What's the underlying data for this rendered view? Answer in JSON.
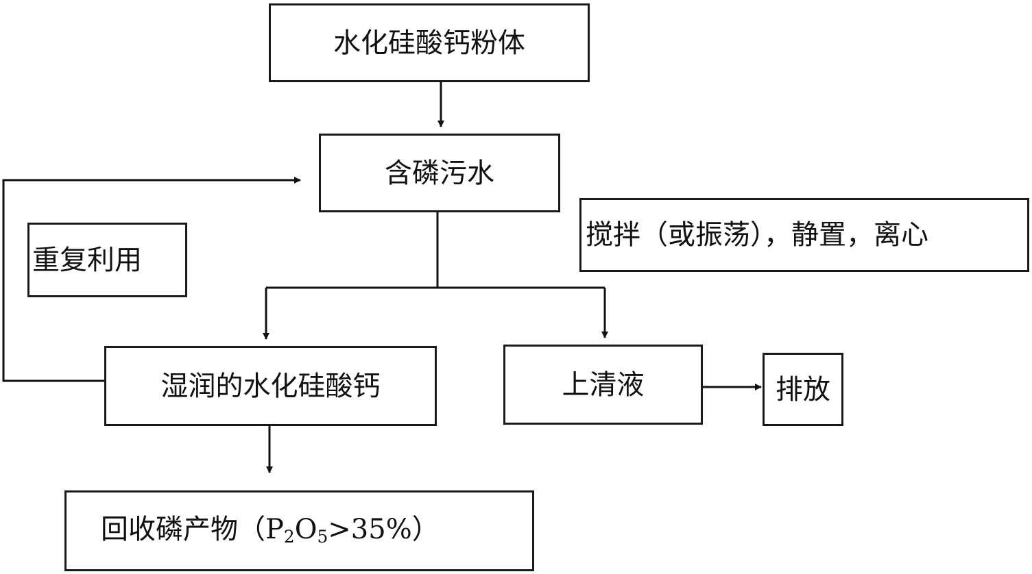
{
  "nodes": {
    "powder": "水化硅酸钙粉体",
    "wastewater": "含磷污水",
    "process_note": "搅拌（或振荡），静置，离心",
    "reuse": "重复利用",
    "wet_csh": "湿润的水化硅酸钙",
    "supernatant": "上清液",
    "discharge": "排放",
    "product": {
      "prefix": "回收磷产物（P",
      "sub1": "2",
      "mid": "O",
      "sub2": "5",
      "suffix": ">35%）"
    }
  }
}
